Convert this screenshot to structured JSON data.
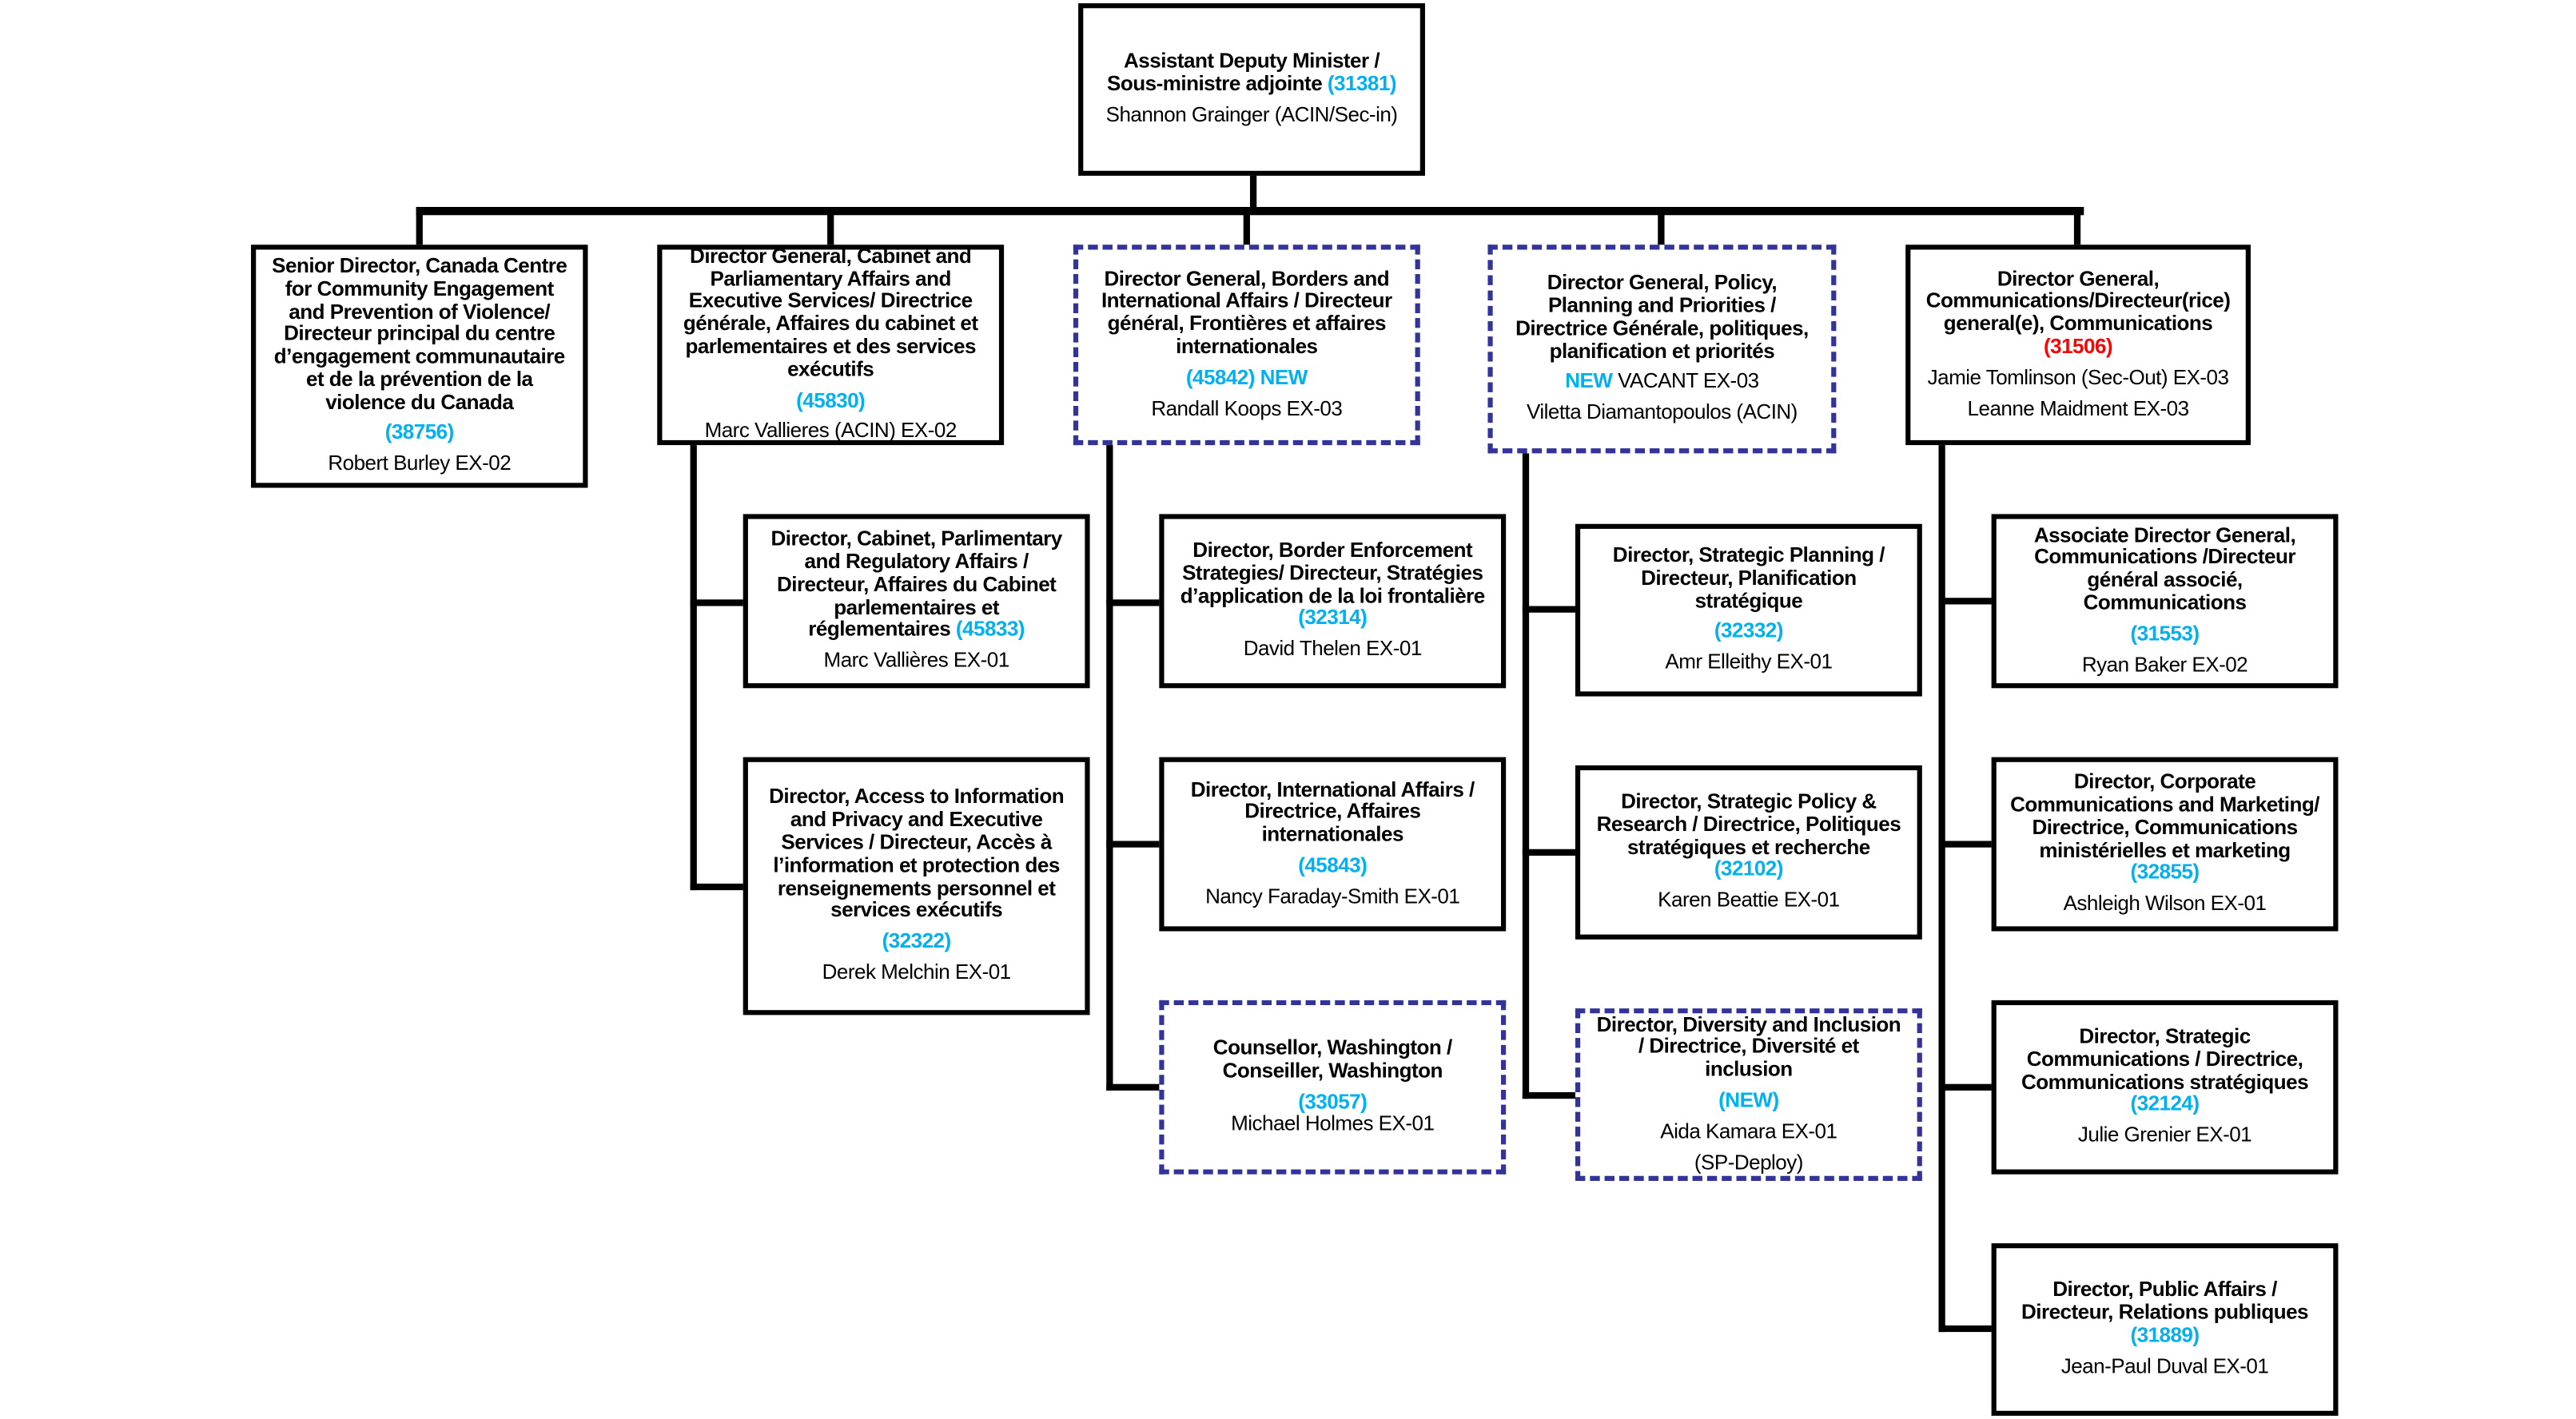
{
  "colors": {
    "code": "#00b0f0",
    "vacant_red": "#ff0000",
    "dashed_border": "#333399",
    "border": "#000000"
  },
  "boxes": [
    {
      "id": "adm",
      "dashed": false,
      "lines": [
        {
          "segs": [
            {
              "s": "b",
              "t": "Assistant Deputy Minister /"
            }
          ]
        },
        {
          "segs": [
            {
              "s": "b",
              "t": "Sous-ministre adjointe "
            },
            {
              "s": "c",
              "t": "(31381)"
            }
          ]
        },
        {
          "gap": true,
          "segs": [
            {
              "s": "n",
              "t": "Shannon Grainger (ACIN/Sec-in)"
            }
          ]
        }
      ]
    },
    {
      "id": "sd-canada-centre",
      "dashed": false,
      "lines": [
        {
          "segs": [
            {
              "s": "b",
              "t": "Senior Director, Canada Centre"
            }
          ]
        },
        {
          "segs": [
            {
              "s": "b",
              "t": "for Community Engagement"
            }
          ]
        },
        {
          "segs": [
            {
              "s": "b",
              "t": "and Prevention of Violence/"
            }
          ]
        },
        {
          "segs": [
            {
              "s": "b",
              "t": "Directeur principal du centre"
            }
          ]
        },
        {
          "segs": [
            {
              "s": "b",
              "t": "d’engagement communautaire"
            }
          ]
        },
        {
          "segs": [
            {
              "s": "b",
              "t": "et de la prévention de la"
            }
          ]
        },
        {
          "segs": [
            {
              "s": "b",
              "t": "violence du Canada"
            }
          ]
        },
        {
          "gap": true,
          "segs": [
            {
              "s": "c",
              "t": "(38756)"
            }
          ]
        },
        {
          "gap": true,
          "segs": [
            {
              "s": "n",
              "t": "Robert Burley EX-02"
            }
          ]
        }
      ]
    },
    {
      "id": "dg-cabinet",
      "dashed": false,
      "lines": [
        {
          "segs": [
            {
              "s": "b",
              "t": "Director General, Cabinet and"
            }
          ]
        },
        {
          "segs": [
            {
              "s": "b",
              "t": "Parliamentary Affairs and"
            }
          ]
        },
        {
          "segs": [
            {
              "s": "b",
              "t": "Executive Services/ Directrice"
            }
          ]
        },
        {
          "segs": [
            {
              "s": "b",
              "t": "générale, Affaires du cabinet et"
            }
          ]
        },
        {
          "segs": [
            {
              "s": "b",
              "t": "parlementaires et des services"
            }
          ]
        },
        {
          "segs": [
            {
              "s": "b",
              "t": "exécutifs"
            }
          ]
        },
        {
          "gap": true,
          "segs": [
            {
              "s": "c",
              "t": "(45830)"
            }
          ]
        },
        {
          "gap": true,
          "segs": [
            {
              "s": "n",
              "t": "Marc Vallieres (ACIN) EX-02"
            }
          ]
        }
      ]
    },
    {
      "id": "dg-borders",
      "dashed": true,
      "lines": [
        {
          "segs": [
            {
              "s": "b",
              "t": "Director General, Borders and"
            }
          ]
        },
        {
          "segs": [
            {
              "s": "b",
              "t": "International Affairs / Directeur"
            }
          ]
        },
        {
          "segs": [
            {
              "s": "b",
              "t": "général, Frontières et affaires"
            }
          ]
        },
        {
          "segs": [
            {
              "s": "b",
              "t": "internationales"
            }
          ]
        },
        {
          "gap": true,
          "segs": [
            {
              "s": "c",
              "t": "(45842) NEW"
            }
          ]
        },
        {
          "gap": true,
          "segs": [
            {
              "s": "n",
              "t": "Randall Koops EX-03"
            }
          ]
        }
      ]
    },
    {
      "id": "dg-policy",
      "dashed": true,
      "lines": [
        {
          "segs": [
            {
              "s": "b",
              "t": "Director General, Policy,"
            }
          ]
        },
        {
          "segs": [
            {
              "s": "b",
              "t": "Planning and Priorities /"
            }
          ]
        },
        {
          "segs": [
            {
              "s": "b",
              "t": "Directrice Générale, politiques,"
            }
          ]
        },
        {
          "segs": [
            {
              "s": "b",
              "t": "planification et priorités"
            }
          ]
        },
        {
          "gap": true,
          "segs": [
            {
              "s": "c",
              "t": "NEW"
            },
            {
              "s": "n",
              "t": " VACANT EX-03"
            }
          ]
        },
        {
          "gap": true,
          "segs": [
            {
              "s": "n",
              "t": "Viletta Diamantopoulos (ACIN)"
            }
          ]
        }
      ]
    },
    {
      "id": "dg-communications",
      "dashed": false,
      "lines": [
        {
          "segs": [
            {
              "s": "b",
              "t": "Director General,"
            }
          ]
        },
        {
          "segs": [
            {
              "s": "b",
              "t": "Communications/Directeur(rice)"
            }
          ]
        },
        {
          "segs": [
            {
              "s": "b",
              "t": "general(e), Communications"
            }
          ]
        },
        {
          "segs": [
            {
              "s": "r",
              "t": "(31506)"
            }
          ]
        },
        {
          "gap": true,
          "segs": [
            {
              "s": "n",
              "t": "Jamie Tomlinson (Sec-Out) EX-03"
            }
          ]
        },
        {
          "gap": true,
          "segs": [
            {
              "s": "n",
              "t": "Leanne Maidment EX-03"
            }
          ]
        }
      ]
    },
    {
      "id": "dir-cabinet-parl",
      "dashed": false,
      "lines": [
        {
          "segs": [
            {
              "s": "b",
              "t": "Director, Cabinet, Parlimentary"
            }
          ]
        },
        {
          "segs": [
            {
              "s": "b",
              "t": "and Regulatory Affairs /"
            }
          ]
        },
        {
          "segs": [
            {
              "s": "b",
              "t": "Directeur, Affaires du Cabinet"
            }
          ]
        },
        {
          "segs": [
            {
              "s": "b",
              "t": "parlementaires et"
            }
          ]
        },
        {
          "segs": [
            {
              "s": "b",
              "t": "réglementaires "
            },
            {
              "s": "c",
              "t": "(45833)"
            }
          ]
        },
        {
          "gap": true,
          "segs": [
            {
              "s": "n",
              "t": "Marc Vallières EX-01"
            }
          ]
        }
      ]
    },
    {
      "id": "dir-atip",
      "dashed": false,
      "lines": [
        {
          "segs": [
            {
              "s": "b",
              "t": "Director, Access to Information"
            }
          ]
        },
        {
          "segs": [
            {
              "s": "b",
              "t": "and Privacy and Executive"
            }
          ]
        },
        {
          "segs": [
            {
              "s": "b",
              "t": "Services / Directeur, Accès à"
            }
          ]
        },
        {
          "segs": [
            {
              "s": "b",
              "t": "l’information et protection des"
            }
          ]
        },
        {
          "segs": [
            {
              "s": "b",
              "t": "renseignements personnel et"
            }
          ]
        },
        {
          "segs": [
            {
              "s": "b",
              "t": "services exécutifs"
            }
          ]
        },
        {
          "gap": true,
          "segs": [
            {
              "s": "c",
              "t": "(32322)"
            }
          ]
        },
        {
          "gap": true,
          "segs": [
            {
              "s": "n",
              "t": "Derek Melchin EX-01"
            }
          ]
        }
      ]
    },
    {
      "id": "dir-border-enforcement",
      "dashed": false,
      "lines": [
        {
          "segs": [
            {
              "s": "b",
              "t": "Director, Border Enforcement"
            }
          ]
        },
        {
          "segs": [
            {
              "s": "b",
              "t": "Strategies/ Directeur, Stratégies"
            }
          ]
        },
        {
          "segs": [
            {
              "s": "b",
              "t": "d’application de la loi frontalière"
            }
          ]
        },
        {
          "segs": [
            {
              "s": "c",
              "t": "(32314)"
            }
          ]
        },
        {
          "gap": true,
          "segs": [
            {
              "s": "n",
              "t": "David Thelen EX-01"
            }
          ]
        }
      ]
    },
    {
      "id": "dir-international",
      "dashed": false,
      "lines": [
        {
          "segs": [
            {
              "s": "b",
              "t": "Director, International Affairs /"
            }
          ]
        },
        {
          "segs": [
            {
              "s": "b",
              "t": "Directrice, Affaires"
            }
          ]
        },
        {
          "segs": [
            {
              "s": "b",
              "t": "internationales"
            }
          ]
        },
        {
          "gap": true,
          "segs": [
            {
              "s": "c",
              "t": "(45843)"
            }
          ]
        },
        {
          "gap": true,
          "segs": [
            {
              "s": "n",
              "t": "Nancy Faraday-Smith EX-01"
            }
          ]
        }
      ]
    },
    {
      "id": "counsellor-washington",
      "dashed": true,
      "lines": [
        {
          "segs": [
            {
              "s": "b",
              "t": "Counsellor, Washington /"
            }
          ]
        },
        {
          "segs": [
            {
              "s": "b",
              "t": "Conseiller, Washington"
            }
          ]
        },
        {
          "gap": true,
          "segs": [
            {
              "s": "c",
              "t": "(33057)"
            }
          ]
        },
        {
          "segs": [
            {
              "s": "n",
              "t": "Michael Holmes EX-01"
            }
          ]
        }
      ]
    },
    {
      "id": "dir-strategic-planning",
      "dashed": false,
      "lines": [
        {
          "segs": [
            {
              "s": "b",
              "t": "Director, Strategic Planning /"
            }
          ]
        },
        {
          "segs": [
            {
              "s": "b",
              "t": "Directeur, Planification"
            }
          ]
        },
        {
          "segs": [
            {
              "s": "b",
              "t": "stratégique"
            }
          ]
        },
        {
          "gap": true,
          "segs": [
            {
              "s": "c",
              "t": "(32332)"
            }
          ]
        },
        {
          "gap": true,
          "segs": [
            {
              "s": "n",
              "t": "Amr Elleithy EX-01"
            }
          ]
        }
      ]
    },
    {
      "id": "dir-strategic-policy",
      "dashed": false,
      "lines": [
        {
          "segs": [
            {
              "s": "b",
              "t": "Director, Strategic Policy &"
            }
          ]
        },
        {
          "segs": [
            {
              "s": "b",
              "t": "Research / Directrice, Politiques"
            }
          ]
        },
        {
          "segs": [
            {
              "s": "b",
              "t": "stratégiques et recherche"
            }
          ]
        },
        {
          "segs": [
            {
              "s": "c",
              "t": "(32102)"
            }
          ]
        },
        {
          "gap": true,
          "segs": [
            {
              "s": "n",
              "t": "Karen Beattie EX-01"
            }
          ]
        }
      ]
    },
    {
      "id": "dir-diversity",
      "dashed": true,
      "lines": [
        {
          "segs": [
            {
              "s": "b",
              "t": "Director, Diversity and Inclusion"
            }
          ]
        },
        {
          "segs": [
            {
              "s": "b",
              "t": "/ Directrice, Diversité et"
            }
          ]
        },
        {
          "segs": [
            {
              "s": "b",
              "t": "inclusion"
            }
          ]
        },
        {
          "gap": true,
          "segs": [
            {
              "s": "c",
              "t": "(NEW)"
            }
          ]
        },
        {
          "gap": true,
          "segs": [
            {
              "s": "n",
              "t": "Aida Kamara  EX-01"
            }
          ]
        },
        {
          "gap": true,
          "segs": [
            {
              "s": "n",
              "t": "(SP-Deploy)"
            }
          ]
        }
      ]
    },
    {
      "id": "adg-communications",
      "dashed": false,
      "lines": [
        {
          "segs": [
            {
              "s": "b",
              "t": "Associate Director General,"
            }
          ]
        },
        {
          "segs": [
            {
              "s": "b",
              "t": "Communications /Directeur"
            }
          ]
        },
        {
          "segs": [
            {
              "s": "b",
              "t": "général associé,"
            }
          ]
        },
        {
          "segs": [
            {
              "s": "b",
              "t": "Communications"
            }
          ]
        },
        {
          "gap": true,
          "segs": [
            {
              "s": "c",
              "t": "(31553)"
            }
          ]
        },
        {
          "gap": true,
          "segs": [
            {
              "s": "n",
              "t": "Ryan Baker EX-02"
            }
          ]
        }
      ]
    },
    {
      "id": "dir-corporate-comms",
      "dashed": false,
      "lines": [
        {
          "segs": [
            {
              "s": "b",
              "t": "Director, Corporate"
            }
          ]
        },
        {
          "segs": [
            {
              "s": "b",
              "t": "Communications and Marketing/"
            }
          ]
        },
        {
          "segs": [
            {
              "s": "b",
              "t": "Directrice, Communications"
            }
          ]
        },
        {
          "segs": [
            {
              "s": "b",
              "t": "ministérielles et marketing"
            }
          ]
        },
        {
          "segs": [
            {
              "s": "c",
              "t": "(32855)"
            }
          ]
        },
        {
          "gap": true,
          "segs": [
            {
              "s": "n",
              "t": "Ashleigh Wilson EX-01"
            }
          ]
        }
      ]
    },
    {
      "id": "dir-strategic-comms",
      "dashed": false,
      "lines": [
        {
          "segs": [
            {
              "s": "b",
              "t": "Director, Strategic"
            }
          ]
        },
        {
          "segs": [
            {
              "s": "b",
              "t": "Communications / Directrice,"
            }
          ]
        },
        {
          "segs": [
            {
              "s": "b",
              "t": "Communications stratégiques"
            }
          ]
        },
        {
          "segs": [
            {
              "s": "c",
              "t": "(32124)"
            }
          ]
        },
        {
          "gap": true,
          "segs": [
            {
              "s": "n",
              "t": "Julie Grenier EX-01"
            }
          ]
        }
      ]
    },
    {
      "id": "dir-public-affairs",
      "dashed": false,
      "lines": [
        {
          "segs": [
            {
              "s": "b",
              "t": "Director, Public Affairs /"
            }
          ]
        },
        {
          "segs": [
            {
              "s": "b",
              "t": "Directeur, Relations publiques"
            }
          ]
        },
        {
          "segs": [
            {
              "s": "c",
              "t": "(31889)"
            }
          ]
        },
        {
          "gap": true,
          "segs": [
            {
              "s": "n",
              "t": "Jean-Paul Duval EX-01"
            }
          ]
        }
      ]
    }
  ]
}
